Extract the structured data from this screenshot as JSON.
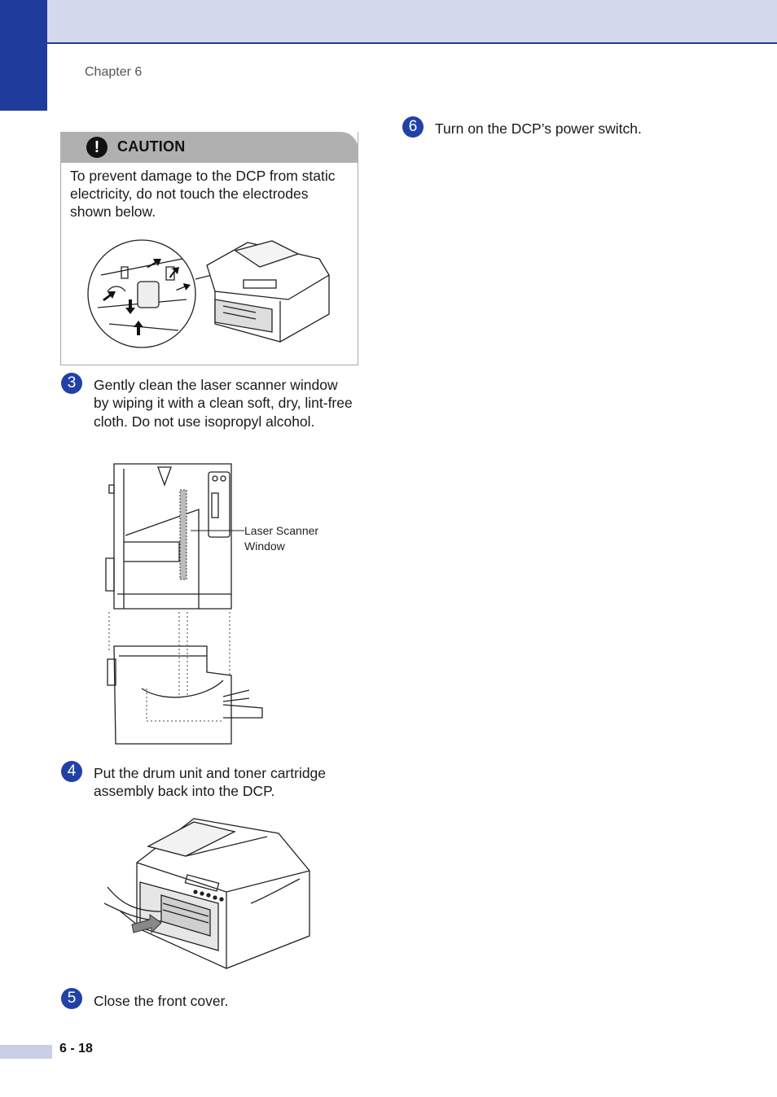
{
  "header": {
    "chapter": "Chapter 6"
  },
  "caution": {
    "title": "CAUTION",
    "icon": "exclamation-icon",
    "text": "To prevent damage to the DCP from static electricity, do not touch the electrodes shown below."
  },
  "steps": [
    {
      "number": "3",
      "text": "Gently clean the laser scanner window by wiping it with a clean soft, dry, lint-free cloth. Do not use isopropyl alcohol."
    },
    {
      "number": "4",
      "text": "Put the drum unit and toner cartridge assembly back into the DCP."
    },
    {
      "number": "5",
      "text": "Close the front cover."
    },
    {
      "number": "6",
      "text": "Turn on the DCP’s power switch."
    }
  ],
  "figures": {
    "laser_callout": [
      "Laser Scanner",
      "Window"
    ]
  },
  "footer": {
    "page": "6 - 18"
  },
  "colors": {
    "accent": "#1f3c9c",
    "band": "#d4daec",
    "caution_gray": "#b0b0b0"
  }
}
